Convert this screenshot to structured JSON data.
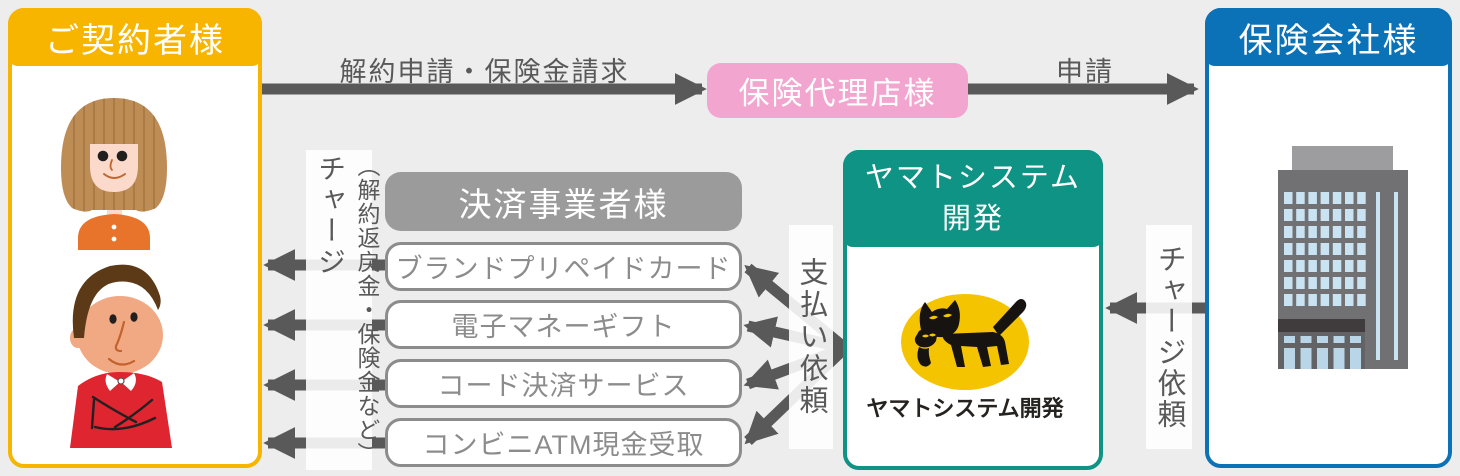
{
  "canvas": {
    "background": "#ededee",
    "arrow_color": "#595959"
  },
  "entities": {
    "contractor": {
      "title": "ご契約者様",
      "accent": "#f7b500"
    },
    "agency": {
      "title": "保険代理店様",
      "accent": "#f2a5cf"
    },
    "insurance_company": {
      "title": "保険会社様",
      "accent": "#0c72b7"
    },
    "yamato": {
      "title_line1": "ヤマトシステム",
      "title_line2": "開発",
      "accent": "#0f9384",
      "logo_text": "ヤマトシステム開発",
      "logo_yellow": "#f5c400"
    },
    "payment_provider": {
      "title": "決済事業者様",
      "accent": "#9b9b9b",
      "options": [
        "ブランドプリペイドカード",
        "電子マネーギフト",
        "コード決済サービス",
        "コンビニATM現金受取"
      ]
    }
  },
  "flows": {
    "cancellation_claim": {
      "label": "解約申請・保険金請求",
      "from": "contractor",
      "to": "agency"
    },
    "application": {
      "label": "申請",
      "from": "agency",
      "to": "insurance_company"
    },
    "charge_request": {
      "label": "チャージ依頼",
      "from": "insurance_company",
      "to": "yamato"
    },
    "payment_request": {
      "label": "支払い依頼",
      "from": "yamato",
      "to": "payment_provider"
    },
    "charge_payout": {
      "label_main": "チャージ",
      "label_sub": "（解約返戻金・保険金など）",
      "from": "payment_provider",
      "to": "contractor"
    }
  }
}
